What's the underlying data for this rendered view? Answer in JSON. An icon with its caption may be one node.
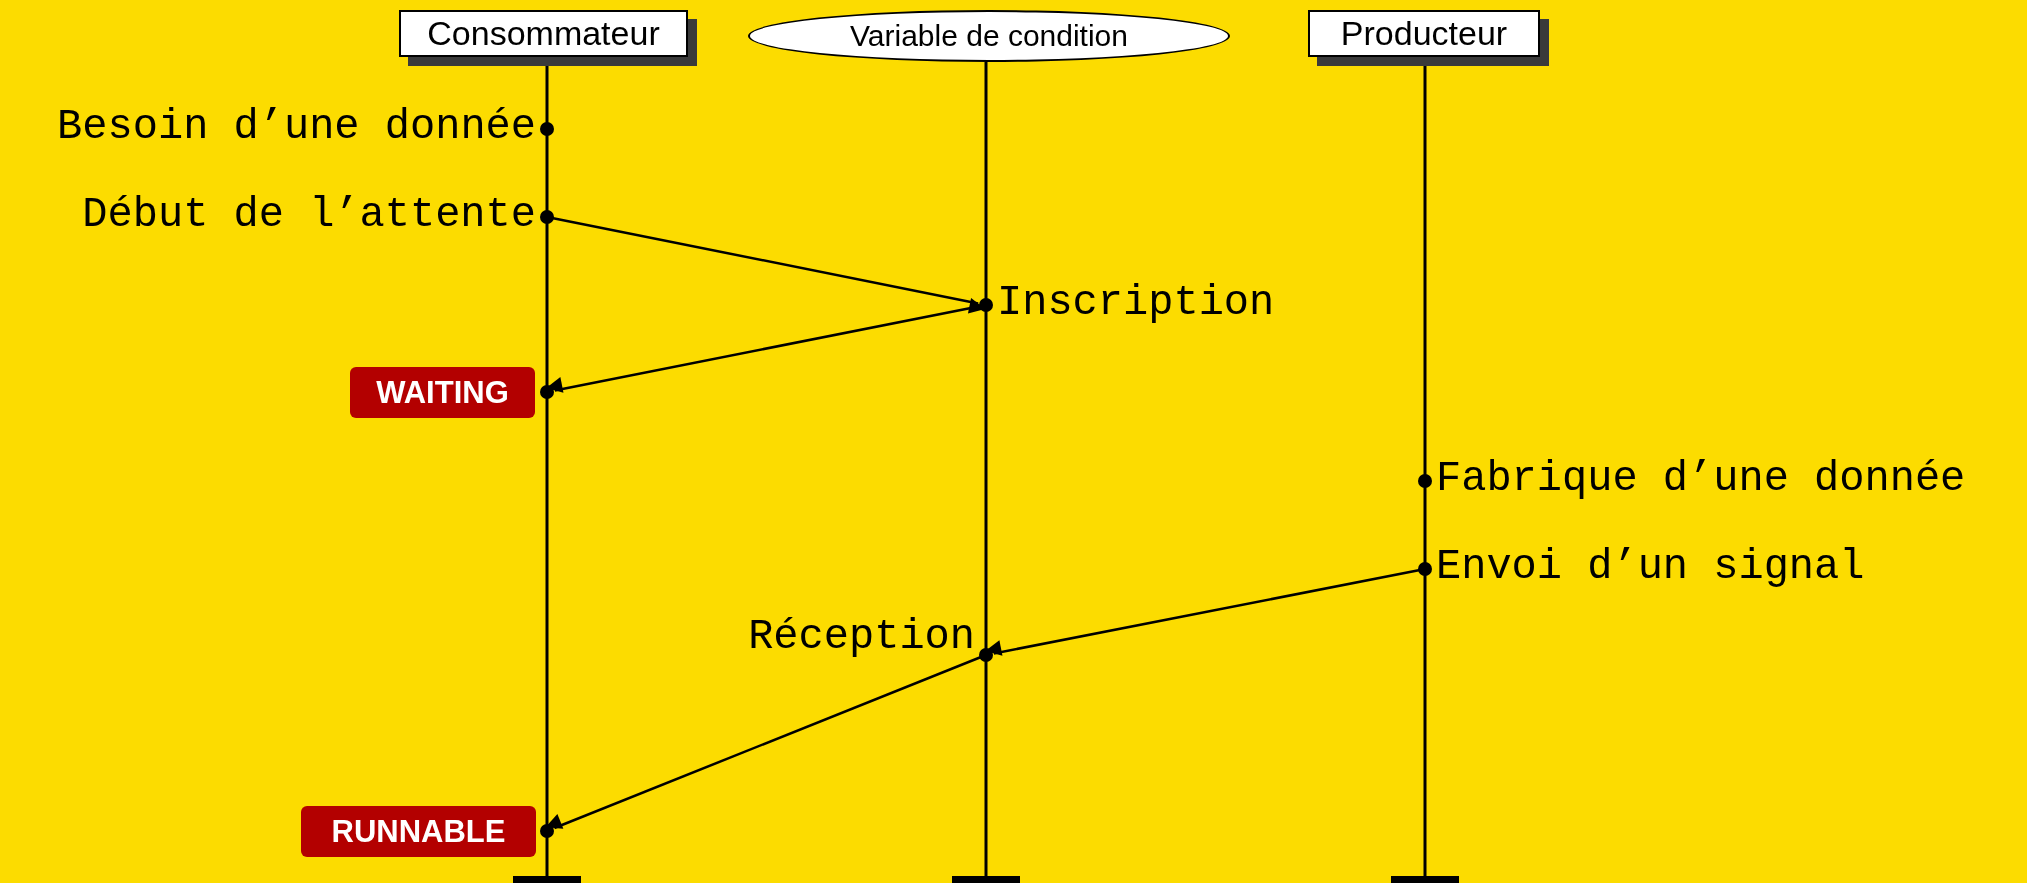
{
  "diagram": {
    "nodes": [
      {
        "text": [
          "Consommateur"
        ]
      },
      {
        "text": [
          "Variable de condition"
        ]
      },
      {
        "text": [
          "Producteur"
        ]
      },
      {
        "text": [
          "Besoin d’une donnée"
        ]
      },
      {
        "text": [
          "Début de l’attente"
        ]
      },
      {
        "text": [
          "Inscription"
        ]
      },
      {
        "text": [
          "WAITING"
        ]
      },
      {
        "text": [
          "Fabrique d’une donnée"
        ]
      },
      {
        "text": [
          "Envoi d’un signal"
        ]
      },
      {
        "text": [
          "Réception"
        ]
      },
      {
        "text": [
          "RUNNABLE"
        ]
      }
    ],
    "edges": [
      {
        "from": 4,
        "to": 5,
        "arrow": "to"
      },
      {
        "from": 5,
        "to": 6,
        "arrow": "to"
      },
      {
        "from": 8,
        "to": 9,
        "arrow": "to"
      },
      {
        "from": 9,
        "to": 10,
        "arrow": "to"
      }
    ]
  }
}
